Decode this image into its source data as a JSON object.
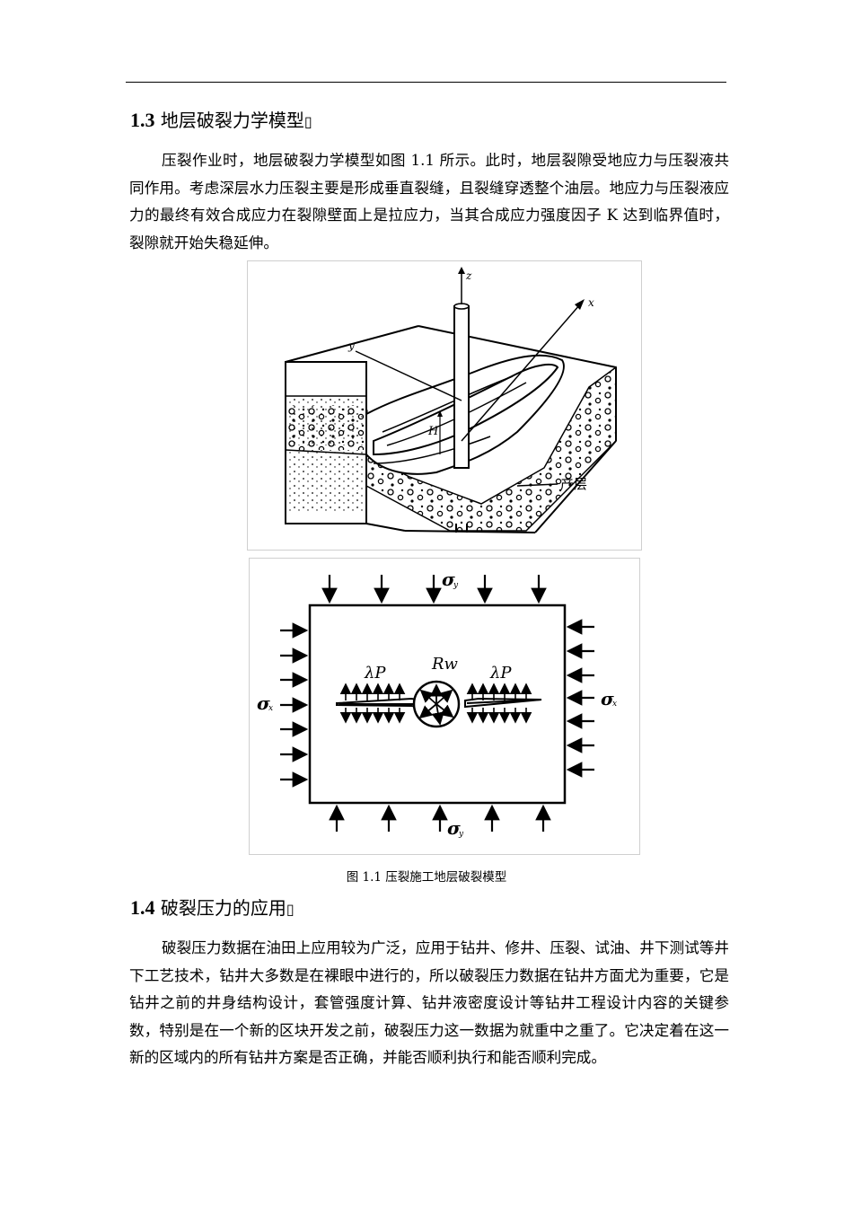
{
  "section_1_3": {
    "number": "1.3",
    "title": "地层破裂力学模型",
    "box_glyph": "▯",
    "paragraph": "压裂作业时，地层破裂力学模型如图 1.1 所示。此时，地层裂隙受地应力与压裂液共同作用。考虑深层水力压裂主要是形成垂直裂缝，且裂缝穿透整个油层。地应力与压裂液应力的最终有效合成应力在裂隙壁面上是拉应力，当其合成应力强度因子 K 达到临界值时，裂隙就开始失稳延伸。"
  },
  "figure_top": {
    "axis_z": "z",
    "axis_x": "x",
    "axis_y": "y",
    "height_label": "H",
    "layer_label": "产层"
  },
  "figure_bottom": {
    "sigma_y_top": "σ",
    "sigma_y_top_sub": "y",
    "sigma_y_bottom": "σ",
    "sigma_y_bottom_sub": "y",
    "sigma_x_left": "σ",
    "sigma_x_left_sub": "x",
    "sigma_x_right": "σ",
    "sigma_x_right_sub": "x",
    "rw": "Rw",
    "lambda_p_left": "λP",
    "lambda_p_right": "λP"
  },
  "caption": "图 1.1  压裂施工地层破裂模型",
  "section_1_4": {
    "number": "1.4",
    "title": "破裂压力的应用",
    "box_glyph": "▯",
    "paragraph": "破裂压力数据在油田上应用较为广泛，应用于钻井、修井、压裂、试油、井下测试等井下工艺技术，钻井大多数是在裸眼中进行的，所以破裂压力数据在钻井方面尤为重要，它是钻井之前的井身结构设计，套管强度计算、钻井液密度设计等钻井工程设计内容的关键参数，特别是在一个新的区块开发之前，破裂压力这一数据为就重中之重了。它决定着在这一新的区域内的所有钻井方案是否正确，并能否顺利执行和能否顺利完成。"
  }
}
